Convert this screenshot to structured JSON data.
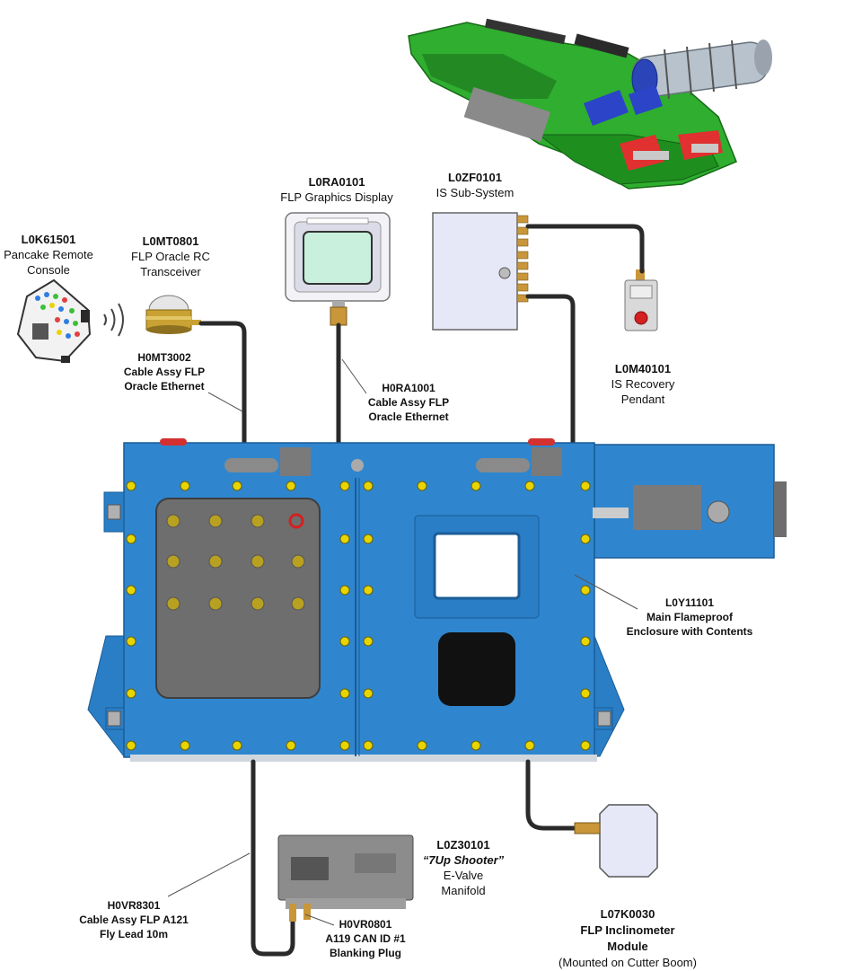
{
  "components": {
    "remote_console": {
      "code": "L0K61501",
      "line1": "Pancake Remote",
      "line2": "Console"
    },
    "transceiver": {
      "code": "L0MT0801",
      "line1": "FLP Oracle RC",
      "line2": "Transceiver"
    },
    "cable_h0mt3002": {
      "code": "H0MT3002",
      "line1": "Cable Assy FLP",
      "line2": "Oracle Ethernet"
    },
    "graphics_display": {
      "code": "L0RA0101",
      "line1": "FLP Graphics Display"
    },
    "cable_h0ra1001": {
      "code": "H0RA1001",
      "line1": "Cable Assy FLP",
      "line2": "Oracle Ethernet"
    },
    "is_subsystem": {
      "code": "L0ZF0101",
      "line1": "IS Sub-System"
    },
    "recovery_pendant": {
      "code": "L0M40101",
      "line1": "IS Recovery",
      "line2": "Pendant"
    },
    "flameproof_enclosure": {
      "code": "L0Y11101",
      "line1": "Main Flameproof",
      "line2": "Enclosure with Contents"
    },
    "evalve_manifold": {
      "code": "L0Z30101",
      "line1": "“7Up Shooter”",
      "line2": "E-Valve",
      "line3": "Manifold"
    },
    "fly_lead": {
      "code": "H0VR8301",
      "line1": "Cable Assy FLP A121",
      "line2": "Fly Lead 10m"
    },
    "blanking_plug": {
      "code": "H0VR0801",
      "line1": "A119 CAN ID #1",
      "line2": "Blanking Plug"
    },
    "inclinometer": {
      "code": "L07K0030",
      "line1": "FLP Inclinometer",
      "line2": "Module",
      "line3": "(Mounted on Cutter Boom)"
    }
  },
  "colors": {
    "enclosure_blue": "#2f86cf",
    "enclosure_dark": "#1f6fb5",
    "machine_green": "#2fae2f",
    "cable": "#2a2a2a",
    "bolt": "#e8d400"
  }
}
